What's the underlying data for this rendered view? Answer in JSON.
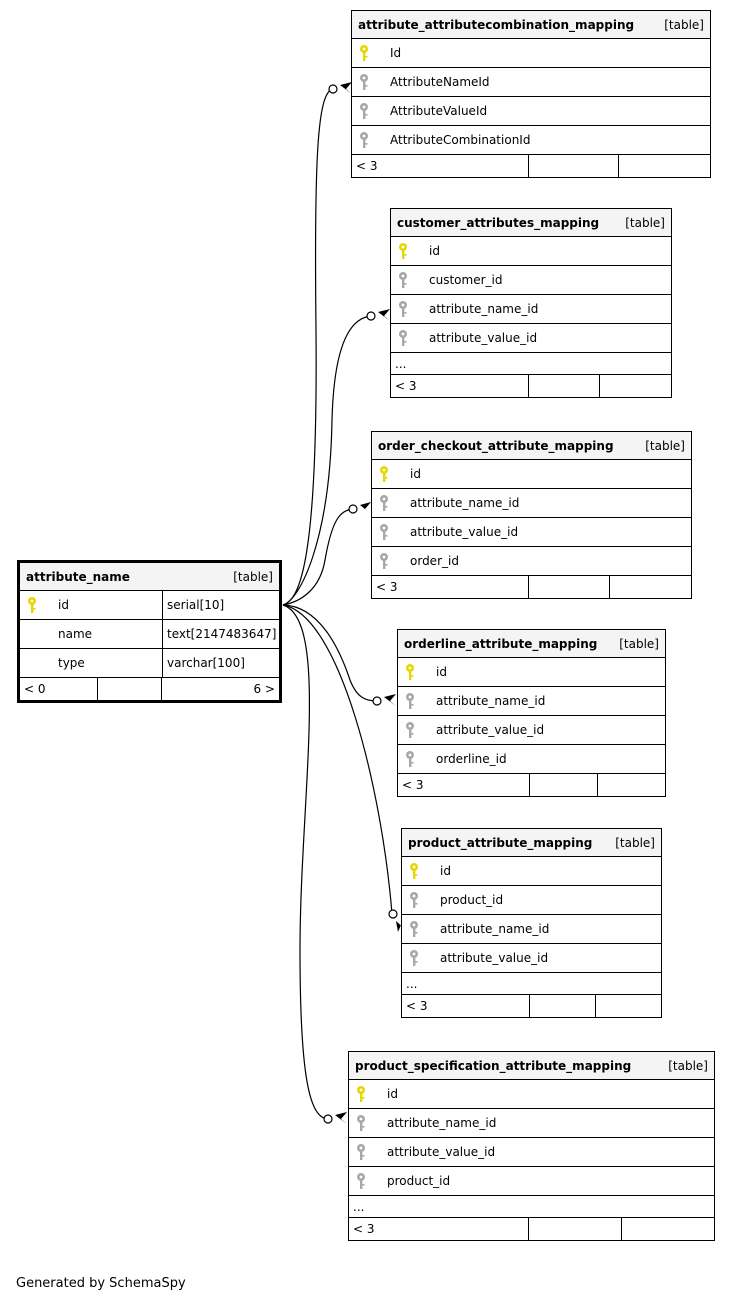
{
  "focus_table": {
    "name": "attribute_name",
    "type_label": "[table]",
    "columns": [
      {
        "name": "id",
        "type": "serial[10]",
        "key": "pk"
      },
      {
        "name": "name",
        "type": "text[2147483647]",
        "key": "none"
      },
      {
        "name": "type",
        "type": "varchar[100]",
        "key": "none"
      }
    ],
    "footer": {
      "left": "< 0",
      "mid": "",
      "right": "6 >"
    }
  },
  "related_tables": [
    {
      "name": "attribute_attributecombination_mapping",
      "type_label": "[table]",
      "columns": [
        {
          "name": "Id",
          "key": "pk"
        },
        {
          "name": "AttributeNameId",
          "key": "fk"
        },
        {
          "name": "AttributeValueId",
          "key": "fk"
        },
        {
          "name": "AttributeCombinationId",
          "key": "fk"
        }
      ],
      "more": "",
      "footer": {
        "left": "< 3",
        "mid": "",
        "right": ""
      }
    },
    {
      "name": "customer_attributes_mapping",
      "type_label": "[table]",
      "columns": [
        {
          "name": "id",
          "key": "pk"
        },
        {
          "name": "customer_id",
          "key": "fk"
        },
        {
          "name": "attribute_name_id",
          "key": "fk"
        },
        {
          "name": "attribute_value_id",
          "key": "fk"
        }
      ],
      "more": "...",
      "footer": {
        "left": "< 3",
        "mid": "",
        "right": ""
      }
    },
    {
      "name": "order_checkout_attribute_mapping",
      "type_label": "[table]",
      "columns": [
        {
          "name": "id",
          "key": "pk"
        },
        {
          "name": "attribute_name_id",
          "key": "fk"
        },
        {
          "name": "attribute_value_id",
          "key": "fk"
        },
        {
          "name": "order_id",
          "key": "fk"
        }
      ],
      "more": "",
      "footer": {
        "left": "< 3",
        "mid": "",
        "right": ""
      }
    },
    {
      "name": "orderline_attribute_mapping",
      "type_label": "[table]",
      "columns": [
        {
          "name": "id",
          "key": "pk"
        },
        {
          "name": "attribute_name_id",
          "key": "fk"
        },
        {
          "name": "attribute_value_id",
          "key": "fk"
        },
        {
          "name": "orderline_id",
          "key": "fk"
        }
      ],
      "more": "",
      "footer": {
        "left": "< 3",
        "mid": "",
        "right": ""
      }
    },
    {
      "name": "product_attribute_mapping",
      "type_label": "[table]",
      "columns": [
        {
          "name": "id",
          "key": "pk"
        },
        {
          "name": "product_id",
          "key": "fk"
        },
        {
          "name": "attribute_name_id",
          "key": "fk"
        },
        {
          "name": "attribute_value_id",
          "key": "fk"
        }
      ],
      "more": "...",
      "footer": {
        "left": "< 3",
        "mid": "",
        "right": ""
      }
    },
    {
      "name": "product_specification_attribute_mapping",
      "type_label": "[table]",
      "columns": [
        {
          "name": "id",
          "key": "pk"
        },
        {
          "name": "attribute_name_id",
          "key": "fk"
        },
        {
          "name": "attribute_value_id",
          "key": "fk"
        },
        {
          "name": "product_id",
          "key": "fk"
        }
      ],
      "more": "...",
      "footer": {
        "left": "< 3",
        "mid": "",
        "right": ""
      }
    }
  ],
  "key_colors": {
    "pk": "#e6d700",
    "fk": "#a8a8a8"
  },
  "generated_by": "Generated by SchemaSpy"
}
